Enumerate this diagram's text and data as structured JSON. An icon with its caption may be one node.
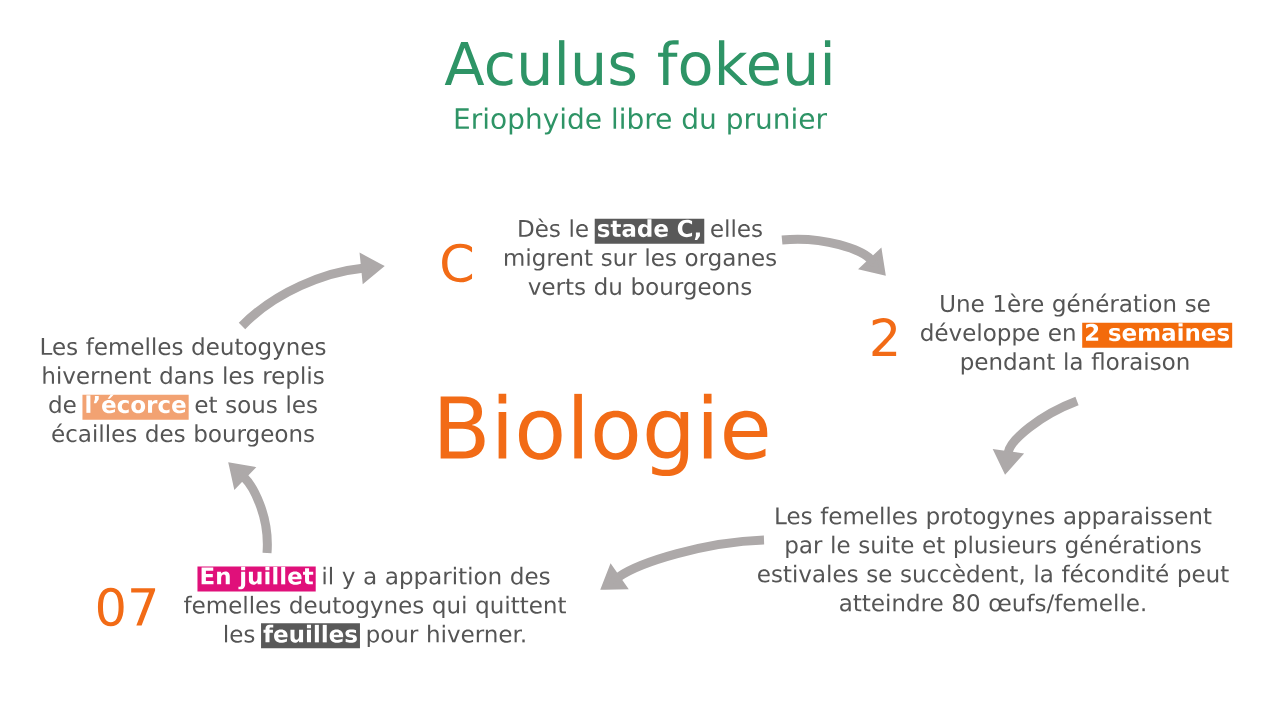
{
  "diagram": {
    "title": "Aculus fokeui",
    "nodes": [
      {
        "text": [
          "Dès le **stade C,** elles migrent sur les organes verts du bourgeons"
        ],
        "beside": [
          "C"
        ]
      },
      {
        "text": [
          "Une 1ère génération se développe en **2 semaines** pendant la floraison"
        ],
        "beside": [
          "2"
        ]
      },
      {
        "text": [
          "Les femelles protogynes apparaissent par le suite et plusieurs générations estivales se succèdent, la fécondité peut atteindre 80 œufs/femelle."
        ]
      },
      {
        "text": [
          "**En juillet** il y a apparition des femelles deutogynes qui quittent les **feuilles** pour hiverner."
        ],
        "beside": [
          "07"
        ]
      },
      {
        "text": [
          "Les femelles deutogynes hivernent dans les replis de **l’écorce** et sous les écailles des bourgeons"
        ]
      }
    ],
    "edges": [
      {
        "from": 4,
        "to": 0,
        "arrow": "to"
      },
      {
        "from": 0,
        "to": 1,
        "arrow": "to"
      },
      {
        "from": 1,
        "to": 2,
        "arrow": "to"
      },
      {
        "from": 2,
        "to": 3,
        "arrow": "to"
      },
      {
        "from": 3,
        "to": 4,
        "arrow": "to"
      }
    ],
    "labels": [
      "Eriophyide libre du prunier",
      "Biologie"
    ]
  }
}
